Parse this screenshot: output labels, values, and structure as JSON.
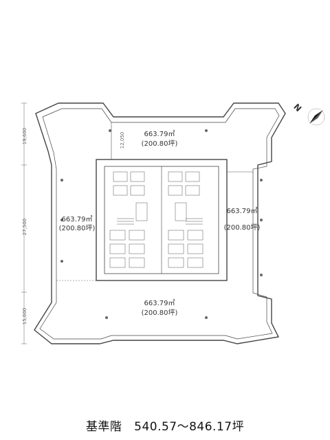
{
  "caption": {
    "name": "基準階",
    "range": "540.57～846.17坪"
  },
  "zones": {
    "north": {
      "area_m2": "663.79㎡",
      "area_tsubo": "(200.80坪)"
    },
    "west": {
      "area_m2": "663.79㎡",
      "area_tsubo": "(200.80坪)"
    },
    "east": {
      "area_m2": "663.79㎡",
      "area_tsubo": "(200.80坪)"
    },
    "south": {
      "area_m2": "663.79㎡",
      "area_tsubo": "(200.80坪)"
    }
  },
  "dimensions": {
    "left_top": "19,600",
    "left_middle": "27,500",
    "left_bottom": "15,600",
    "inner_top": "12,050"
  },
  "compass": {
    "label": "N"
  }
}
